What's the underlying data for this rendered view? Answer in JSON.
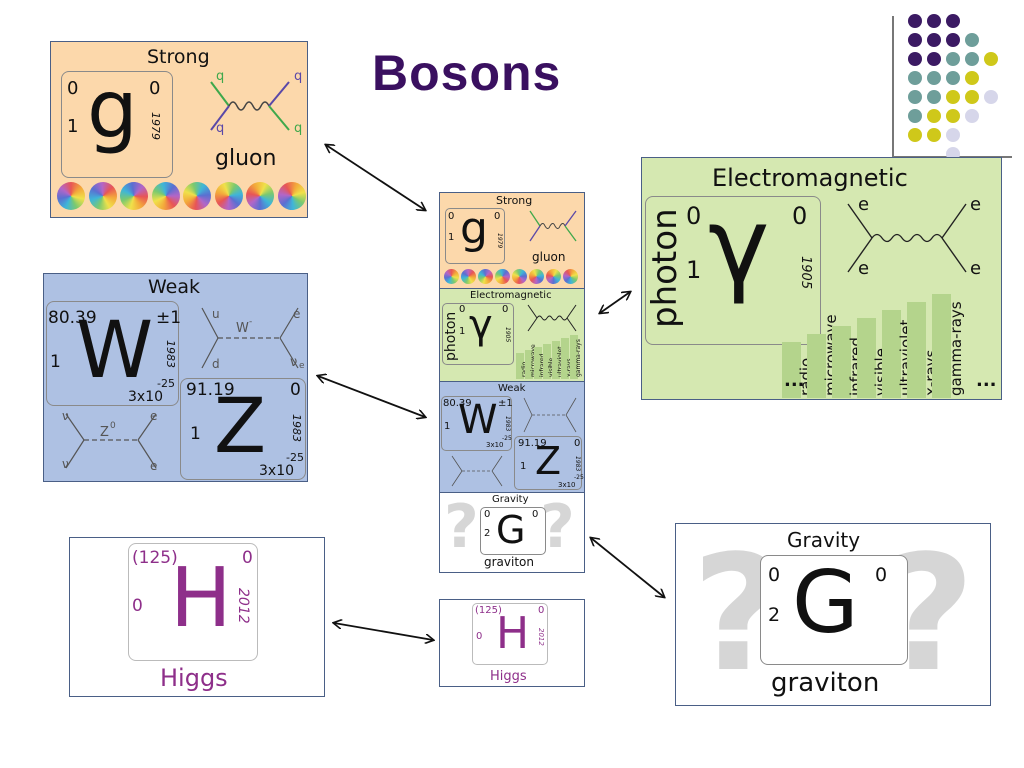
{
  "slide": {
    "title": "Bosons"
  },
  "strong": {
    "heading": "Strong",
    "symbol": "g",
    "mass": "0",
    "charge": "0",
    "spin": "1",
    "year": "1979",
    "name": "gluon",
    "quark_label": "q"
  },
  "electromagnetic": {
    "heading": "Electromagnetic",
    "symbol": "γ",
    "mass": "0",
    "charge": "0",
    "spin": "1",
    "year": "1905",
    "name": "photon",
    "electron_label": "e",
    "spectrum": [
      "radio",
      "microwave",
      "infrared",
      "visible",
      "ultraviolet",
      "x-rays",
      "gamma-rays"
    ],
    "ellipsis": "..."
  },
  "weak": {
    "heading": "Weak",
    "w": {
      "symbol": "W",
      "mass": "80.39",
      "charge": "±1",
      "spin": "1",
      "year": "1983",
      "lifetime": "3x10",
      "lifetime_exp": "-25"
    },
    "z": {
      "symbol": "Z",
      "mass": "91.19",
      "charge": "0",
      "spin": "1",
      "year": "1983",
      "lifetime": "3x10",
      "lifetime_exp": "-25"
    },
    "diagram_w": {
      "u": "u",
      "d": "d",
      "w": "W",
      "w_sup": "-",
      "e": "e",
      "nu": "ν",
      "nu_sub": "e"
    },
    "diagram_z": {
      "nu": "ν",
      "z": "Z",
      "z_sup": "0",
      "e": "e"
    }
  },
  "gravity": {
    "heading": "Gravity",
    "symbol": "G",
    "mass": "0",
    "charge": "0",
    "spin": "2",
    "name": "graviton",
    "mystery": "?"
  },
  "higgs": {
    "symbol": "H",
    "mass": "(125)",
    "charge": "0",
    "spin": "0",
    "year": "2012",
    "name": "Higgs"
  },
  "colors": {
    "title": "#3a1060",
    "strong_bg": "#fcd8ab",
    "em_bg": "#d5e8b1",
    "weak_bg": "#aec1e3",
    "higgs": "#8e2f8a",
    "em_spectrum_label_bg": "#b4d48c",
    "dot_purple": "#3b1a63",
    "dot_teal": "#6e9e9a",
    "dot_yellow": "#cfc81a",
    "dot_lavender": "#d6d6ea"
  }
}
